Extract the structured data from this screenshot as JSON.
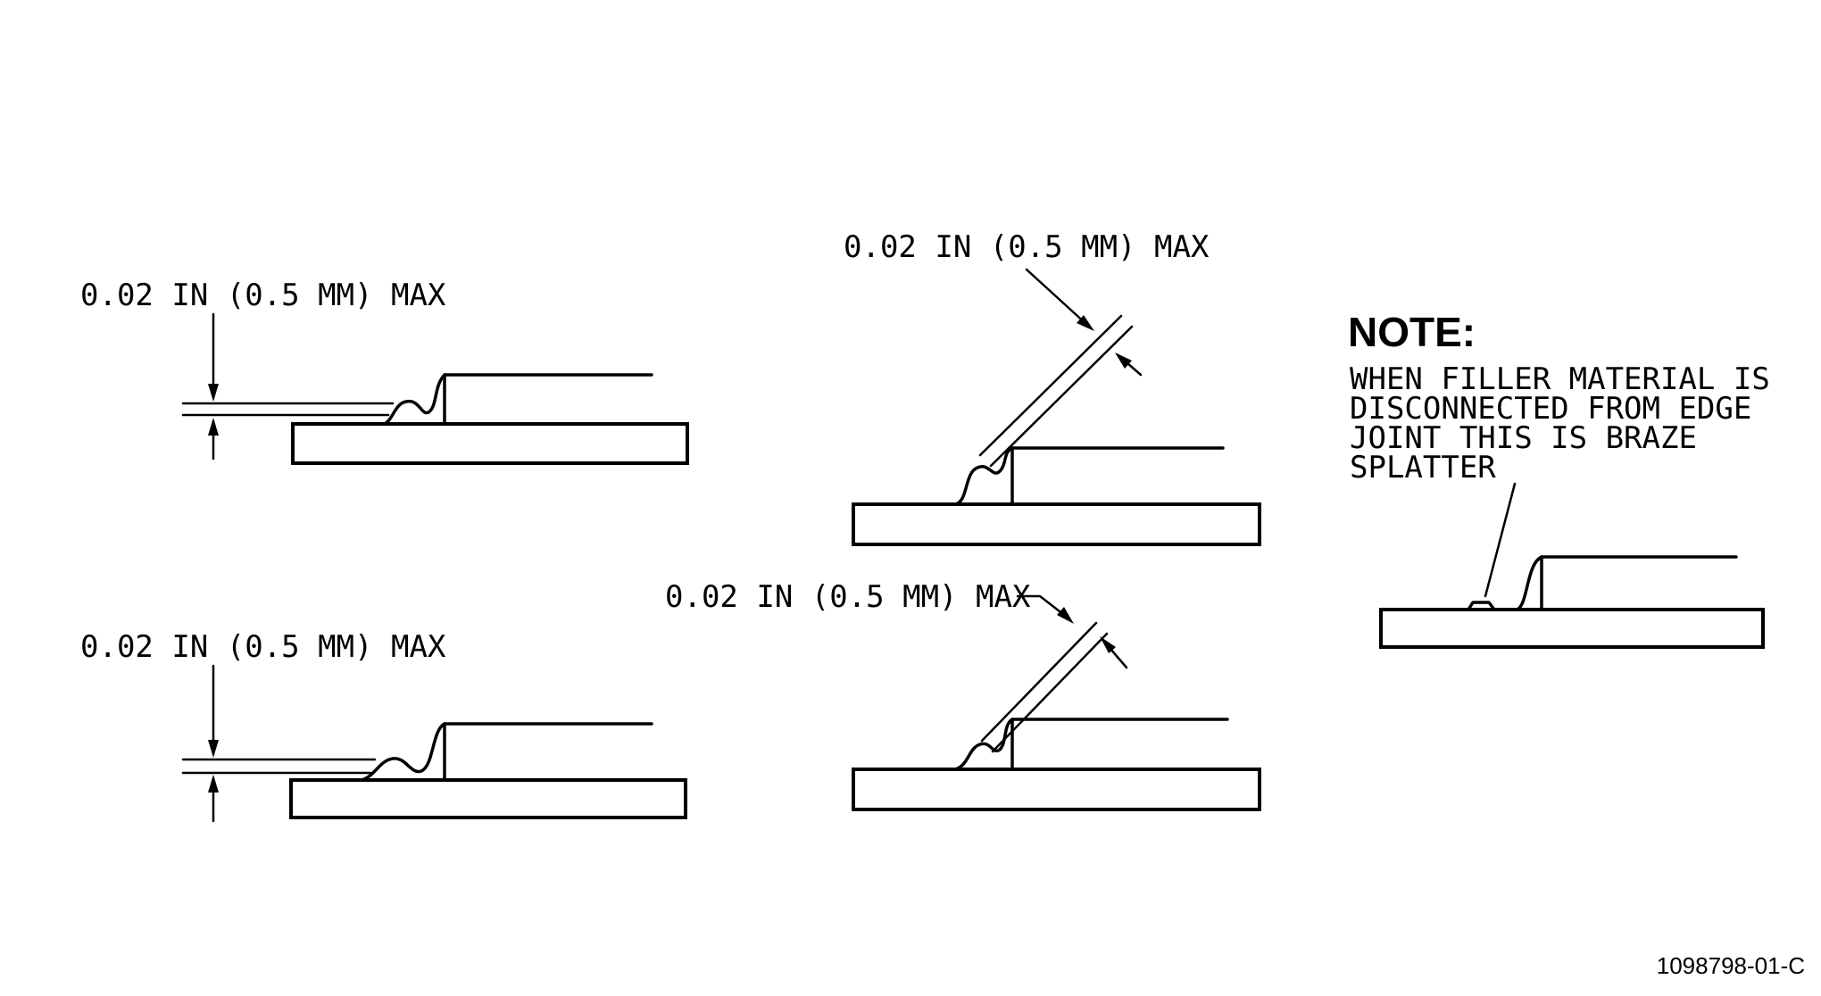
{
  "diagram": {
    "labels": {
      "top_left_dim": "0.02 IN (0.5 MM) MAX",
      "bottom_left_dim": "0.02 IN (0.5 MM) MAX",
      "top_center_dim": "0.02 IN (0.5 MM) MAX",
      "bottom_center_dim": "0.02 IN (0.5 MM) MAX"
    },
    "note": {
      "heading": "NOTE:",
      "lines": [
        "WHEN FILLER MATERIAL IS",
        "DISCONNECTED FROM EDGE",
        "JOINT THIS IS BRAZE",
        "SPLATTER"
      ]
    },
    "reference_number": "1098798-01-C",
    "colors": {
      "line": "#000000",
      "background": "#ffffff"
    }
  }
}
